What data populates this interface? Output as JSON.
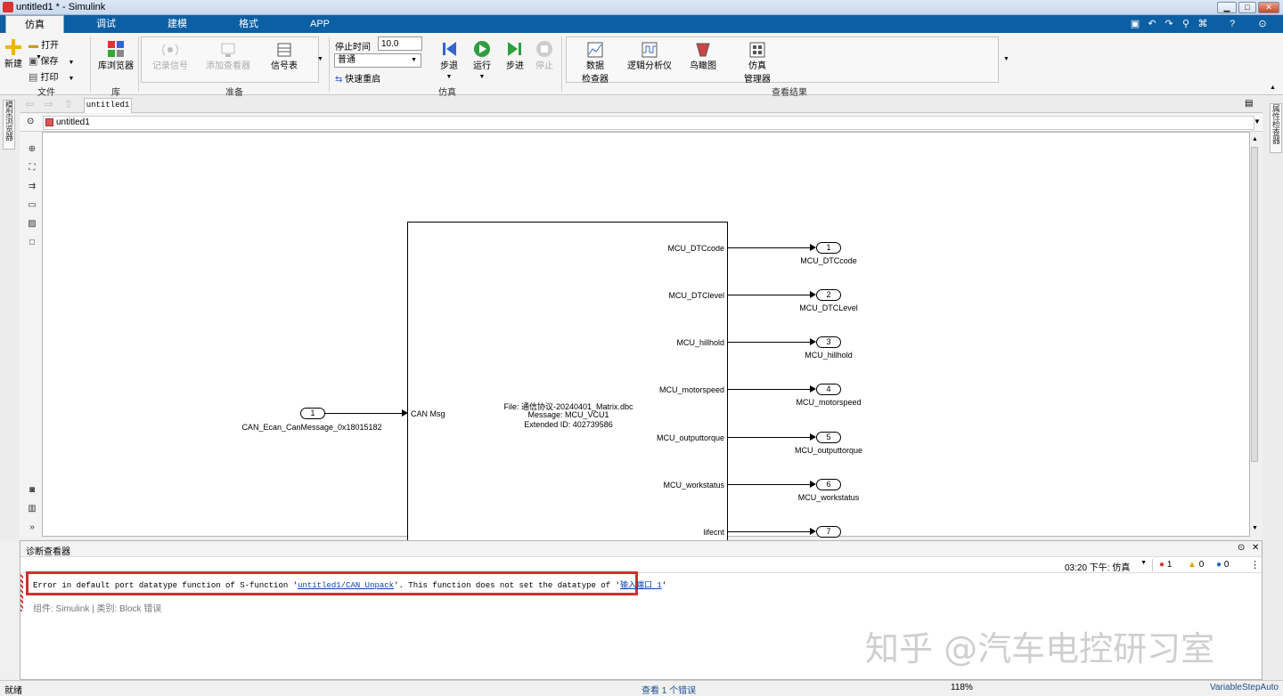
{
  "window": {
    "title": "untitled1 * - Simulink",
    "min_symbol": "▁",
    "max_symbol": "□",
    "close_symbol": "✕"
  },
  "tabs": [
    {
      "label": "仿真",
      "active": true
    },
    {
      "label": "调试"
    },
    {
      "label": "建模"
    },
    {
      "label": "格式"
    },
    {
      "label": "APP"
    }
  ],
  "ribbon": {
    "file": {
      "new": "新建",
      "open": "打开",
      "save": "保存",
      "print": "打印",
      "group": "文件"
    },
    "library": {
      "browser": "库浏览器",
      "group": "库"
    },
    "prepare": {
      "log_signals": "记录信号",
      "add_viewer": "添加查看器",
      "signal_table": "信号表",
      "group": "准备"
    },
    "simulate": {
      "stop_time_label": "停止时间",
      "stop_time_value": "10.0",
      "mode": "普通",
      "fast_restart": "快速重启",
      "step_back": "步退",
      "run": "运行",
      "step_forward": "步进",
      "stop": "停止",
      "group": "仿真"
    },
    "review": {
      "data_inspector_1": "数据",
      "data_inspector_2": "检查器",
      "logic_analyzer": "逻辑分析仪",
      "bird_view": "鸟瞰图",
      "sim_manager_1": "仿真",
      "sim_manager_2": "管理器",
      "group": "查看结果"
    }
  },
  "explorer": {
    "tab": "untitled1",
    "address": "untitled1"
  },
  "side_tabs": {
    "left": "模型浏览器",
    "right": "属性检查器"
  },
  "model": {
    "inport": {
      "number": "1",
      "name": "CAN_Ecan_CanMessage_0x18015182"
    },
    "block": {
      "in_port": "CAN Msg",
      "file": "File: 通信协议-20240401_Matrix.dbc",
      "message": "Message: MCU_VCU1",
      "extended_id": "Extended ID: 402739586"
    },
    "outputs": [
      {
        "port": "MCU_DTCcode",
        "num": "1",
        "name": "MCU_DTCcode"
      },
      {
        "port": "MCU_DTClevel",
        "num": "2",
        "name": "MCU_DTCLevel"
      },
      {
        "port": "MCU_hillhold",
        "num": "3",
        "name": "MCU_hillhold"
      },
      {
        "port": "MCU_motorspeed",
        "num": "4",
        "name": "MCU_motorspeed"
      },
      {
        "port": "MCU_outputtorque",
        "num": "5",
        "name": "MCU_outputtorque"
      },
      {
        "port": "MCU_workstatus",
        "num": "6",
        "name": "MCU_workstatus"
      },
      {
        "port": "lifecnt",
        "num": "7",
        "name": ""
      }
    ]
  },
  "diagnostics": {
    "title": "诊断查看器",
    "timestamp": "03:20 下午: 仿真",
    "errors": "1",
    "warnings": "0",
    "infos": "0",
    "message_pre": "Error in default port datatype function of S-function '",
    "message_link1": "untitled1/CAN Unpack",
    "message_mid": "'. This function does not set the datatype of '",
    "message_link2": "输入端口 1",
    "message_post": "'",
    "component": "组件: Simulink | 类别: Block 错误",
    "watermark": "知乎 @汽车电控研习室"
  },
  "status": {
    "left": "就绪",
    "center": "查看 1 个错误",
    "zoom": "118%",
    "solver": "VariableStepAuto"
  },
  "colors": {
    "ribbon_tab": "#0d5fa3",
    "error_box": "#d32f2f",
    "run_green": "#2e9e3e"
  }
}
